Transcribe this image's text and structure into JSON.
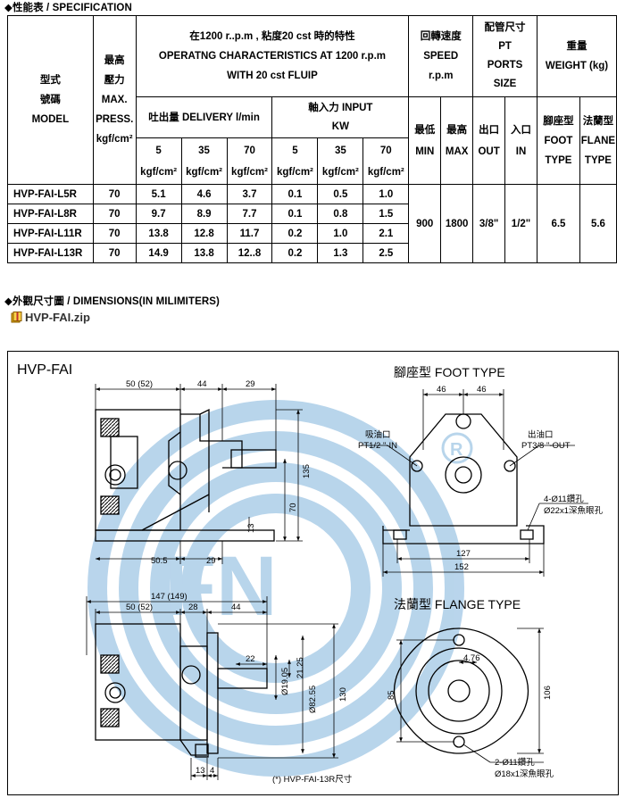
{
  "spec_section": {
    "title": "◆性能表 / SPECIFICATION"
  },
  "spec_table": {
    "head_model": [
      "型式",
      "號碼",
      "MODEL"
    ],
    "head_pressure": [
      "最高",
      "壓力",
      "MAX.",
      "PRESS.",
      "kgf/cm²"
    ],
    "head_char": [
      "在1200 r..p.m , 粘度20 cst 時的特性",
      "OPERATNG CHARACTERISTICS AT 1200 r.p.m",
      "WITH 20 cst FLUIP"
    ],
    "head_speed": [
      "回轉速度",
      "SPEED",
      "r.p.m"
    ],
    "head_ports": [
      "配管尺寸",
      "PT",
      "PORTS",
      "SIZE"
    ],
    "head_weight": [
      "重量",
      "WEIGHT (kg)"
    ],
    "head_delivery": "吐出量 DELIVERY l/min",
    "head_input": [
      "軸入力  INPUT",
      "KW"
    ],
    "pressure_values": [
      "5",
      "35",
      "70",
      "5",
      "35",
      "70"
    ],
    "pressure_unit": "kgf/cm²",
    "speed_sub": [
      [
        "最低",
        "MIN"
      ],
      [
        "最高",
        "MAX"
      ]
    ],
    "port_sub": [
      [
        "出口",
        "OUT"
      ],
      [
        "入口",
        "IN"
      ]
    ],
    "weight_sub": [
      [
        "腳座型",
        "FOOT",
        "TYPE"
      ],
      [
        "法蘭型",
        "FLANE",
        "TYPE"
      ]
    ],
    "rows": [
      {
        "model": "HVP-FAI-L5R",
        "press": "70",
        "d5": "5.1",
        "d35": "4.6",
        "d70": "3.7",
        "k5": "0.1",
        "k35": "0.5",
        "k70": "1.0"
      },
      {
        "model": "HVP-FAI-L8R",
        "press": "70",
        "d5": "9.7",
        "d35": "8.9",
        "d70": "7.7",
        "k5": "0.1",
        "k35": "0.8",
        "k70": "1.5"
      },
      {
        "model": "HVP-FAI-L11R",
        "press": "70",
        "d5": "13.8",
        "d35": "12.8",
        "d70": "11.7",
        "k5": "0.2",
        "k35": "1.0",
        "k70": "2.1"
      },
      {
        "model": "HVP-FAI-L13R",
        "press": "70",
        "d5": "14.9",
        "d35": "13.8",
        "d70": "12..8",
        "k5": "0.2",
        "k35": "1.3",
        "k70": "2.5"
      }
    ],
    "shared": {
      "min": "900",
      "max": "1800",
      "out": "3/8\"",
      "in": "1/2\"",
      "foot": "6.5",
      "flange": "5.6"
    }
  },
  "dim_section": {
    "title": "◆外觀尺寸圖 / DIMENSIONS(IN MILIMITERS)"
  },
  "download": {
    "label": "HVP-FAI.zip"
  },
  "drawing": {
    "title": "HVP-FAI",
    "foot_type": "腳座型  FOOT TYPE",
    "flange_type": "法蘭型  FLANGE TYPE",
    "inlet": [
      "吸油口",
      "PT1/2 \"-IN"
    ],
    "outlet": [
      "出油口",
      "PT3/8 \"-OUT"
    ],
    "foot_holes": [
      "4-Ø11鑽孔",
      "Ø22x1深魚眼孔"
    ],
    "flange_holes": [
      "2-Ø11鑽孔",
      "Ø18x1深魚眼孔"
    ],
    "note": "(*)  HVP-FAI-13R尺寸",
    "dims": {
      "a50": "50 (52)",
      "a44": "44",
      "a29": "29",
      "a135": "135",
      "a70": "70",
      "a13": "13",
      "a505": "50.5",
      "a29b": "29",
      "a46l": "46",
      "a46r": "46",
      "a127": "127",
      "a152": "152",
      "b147": "147 (149)",
      "b50": "50 (52)",
      "b28": "28",
      "b44": "44",
      "b22": "22",
      "b1905": "Ø19.05",
      "b2125": "21.25",
      "b8255": "Ø82.55",
      "b130": "130",
      "b13": "13",
      "b4": "4",
      "b476": "4.76",
      "b85": "85",
      "b106": "106"
    }
  }
}
